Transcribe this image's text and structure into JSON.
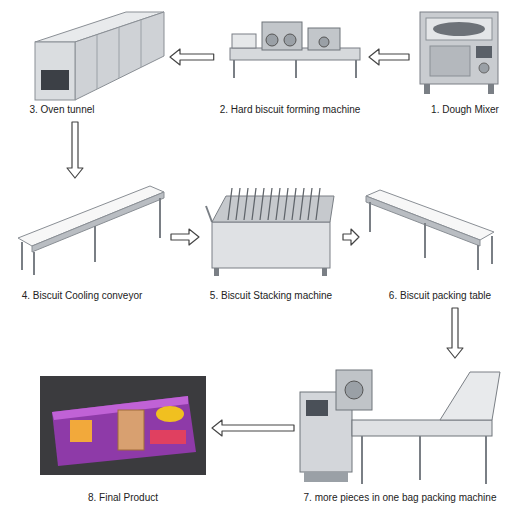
{
  "diagram": {
    "nodes": [
      {
        "text": [
          "1. Dough Mixer"
        ]
      },
      {
        "text": [
          "2. Hard biscuit forming machine"
        ]
      },
      {
        "text": [
          "3. Oven tunnel"
        ]
      },
      {
        "text": [
          "4. Biscuit Cooling conveyor"
        ]
      },
      {
        "text": [
          "5. Biscuit Stacking machine"
        ]
      },
      {
        "text": [
          "6. Biscuit packing table"
        ]
      },
      {
        "text": [
          "7. more pieces in one bag packing machine"
        ]
      },
      {
        "text": [
          "8. Final Product"
        ]
      }
    ],
    "edges": [
      {
        "from": 0,
        "to": 1,
        "arrow": "to"
      },
      {
        "from": 1,
        "to": 2,
        "arrow": "to"
      },
      {
        "from": 2,
        "to": 3,
        "arrow": "to"
      },
      {
        "from": 3,
        "to": 4,
        "arrow": "to"
      },
      {
        "from": 4,
        "to": 5,
        "arrow": "to"
      },
      {
        "from": 5,
        "to": 6,
        "arrow": "to"
      },
      {
        "from": 6,
        "to": 7,
        "arrow": "to"
      }
    ]
  }
}
